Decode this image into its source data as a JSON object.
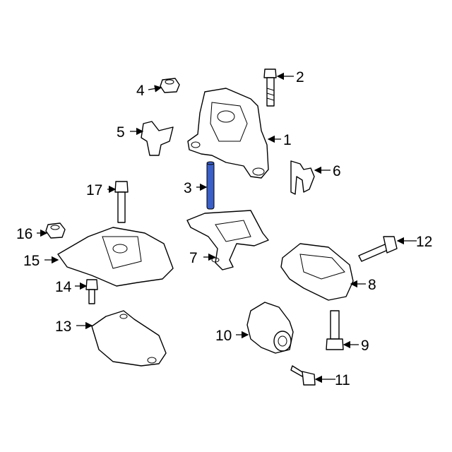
{
  "diagram": {
    "highlight_color": "#3a5fc8",
    "highlighted_part": "3",
    "callouts": [
      {
        "number": "1"
      },
      {
        "number": "2"
      },
      {
        "number": "3"
      },
      {
        "number": "4"
      },
      {
        "number": "5"
      },
      {
        "number": "6"
      },
      {
        "number": "7"
      },
      {
        "number": "8"
      },
      {
        "number": "9"
      },
      {
        "number": "10"
      },
      {
        "number": "11"
      },
      {
        "number": "12"
      },
      {
        "number": "13"
      },
      {
        "number": "14"
      },
      {
        "number": "15"
      },
      {
        "number": "16"
      },
      {
        "number": "17"
      }
    ]
  }
}
